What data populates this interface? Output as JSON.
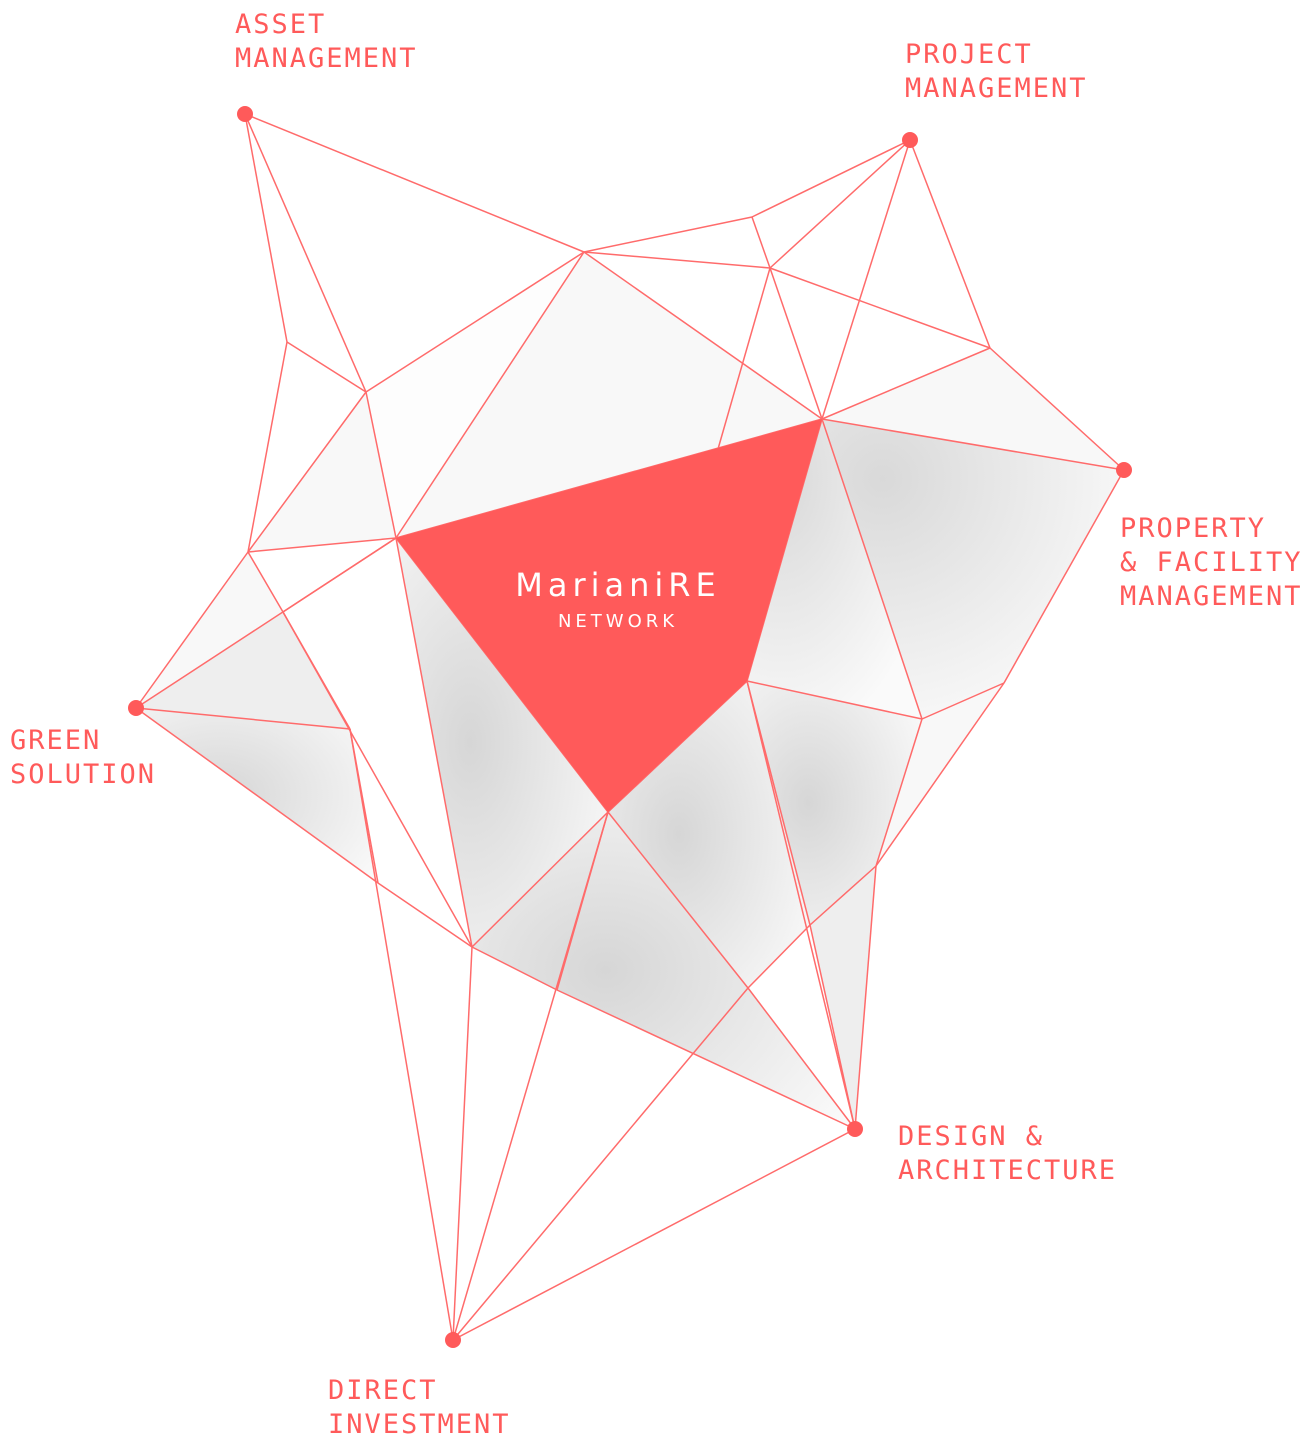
{
  "colors": {
    "accent": "#ff5a5a",
    "line": "#ff6b6b",
    "facet_light": "#f7f7f7",
    "facet_shadow": "#d8d8d8"
  },
  "center": {
    "title": "MarianiRE",
    "subtitle": "NETWORK"
  },
  "nodes": {
    "asset": {
      "line1": "ASSET",
      "line2": "MANAGEMENT"
    },
    "project": {
      "line1": "PROJECT",
      "line2": "MANAGEMENT"
    },
    "property": {
      "line1": "PROPERTY",
      "line2": "& FACILITY",
      "line3": "MANAGEMENT"
    },
    "green": {
      "line1": "GREEN",
      "line2": "SOLUTION"
    },
    "design": {
      "line1": "DESIGN &",
      "line2": "ARCHITECTURE"
    },
    "direct": {
      "line1": "DIRECT",
      "line2": "INVESTMENT"
    }
  }
}
